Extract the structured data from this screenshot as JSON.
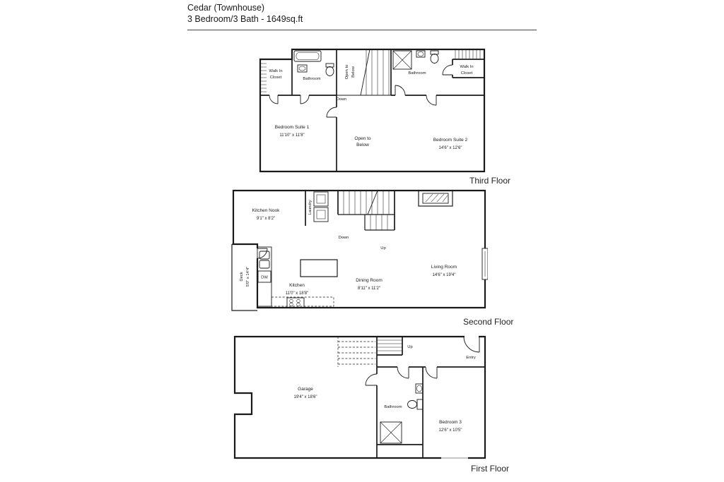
{
  "header": {
    "title": "Cedar (Townhouse)",
    "subtitle": "3 Bedroom/3 Bath - 1649sq.ft"
  },
  "ink_color": "#1a1a1a",
  "third_floor": {
    "caption": "Third Floor",
    "walk_in_closet_left_line1": "Walk In",
    "walk_in_closet_left_line2": "Closet",
    "bathroom_left_label": "Bathroom",
    "stairwell_open_line1": "Open to",
    "stairwell_open_line2": "Below",
    "down_label": "Down",
    "bathroom_right_label": "Bathroom",
    "walk_in_closet_right_line1": "Walk In",
    "walk_in_closet_right_line2": "Closet",
    "bedroom_suite_1_label": "Bedroom Suite 1",
    "bedroom_suite_1_dim": "11'10\" x 11'8\"",
    "open_to_below_line1": "Open to",
    "open_to_below_line2": "Below",
    "bedroom_suite_2_label": "Bedroom Suite 2",
    "bedroom_suite_2_dim": "14'6\" x 12'6\""
  },
  "second_floor": {
    "caption": "Second Floor",
    "kitchen_nook_label": "Kitchen Nook",
    "kitchen_nook_dim": "9'1\" x 8'2\"",
    "laundry_label": "Laundry",
    "down_label": "Down",
    "up_label": "Up",
    "living_room_label": "Living Room",
    "living_room_dim": "14'6\" x 19'4\"",
    "deck_label": "Deck",
    "deck_dim": "5'0\" x 14'4\"",
    "dishwasher_label": "DW",
    "kitchen_label": "Kitchen",
    "kitchen_dim": "11'0\" x 18'8\"",
    "dining_room_label": "Dining Room",
    "dining_room_dim": "8'11\" x 11'2\""
  },
  "first_floor": {
    "caption": "First Floor",
    "garage_label": "Garage",
    "garage_dim": "19'4\" x 18'6\"",
    "up_label": "Up",
    "entry_label": "Entry",
    "bathroom_label": "Bathroom",
    "bedroom_3_label": "Bedroom 3",
    "bedroom_3_dim": "12'6\" x 10'5\""
  }
}
